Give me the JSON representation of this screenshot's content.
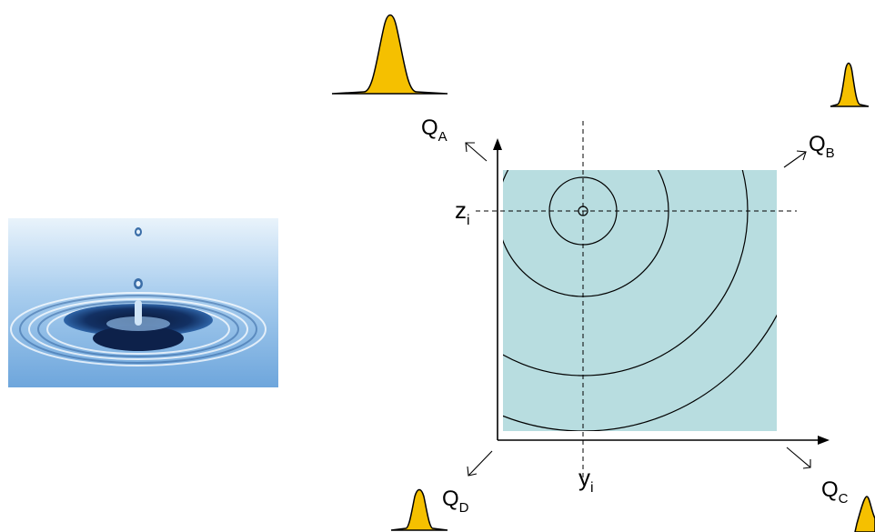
{
  "labels": {
    "qa_main": "Q",
    "qa_sub": "A",
    "qb_main": "Q",
    "qb_sub": "B",
    "qc_main": "Q",
    "qc_sub": "C",
    "qd_main": "Q",
    "qd_sub": "D",
    "z_main": "z",
    "z_sub": "i",
    "y_main": "y",
    "y_sub": "i"
  },
  "colors": {
    "panel_fill": "#b8dde0",
    "peak_fill": "#f5c000",
    "stroke": "#000000"
  },
  "icons": {
    "water_photo": "water-droplet-ripple-photo"
  }
}
